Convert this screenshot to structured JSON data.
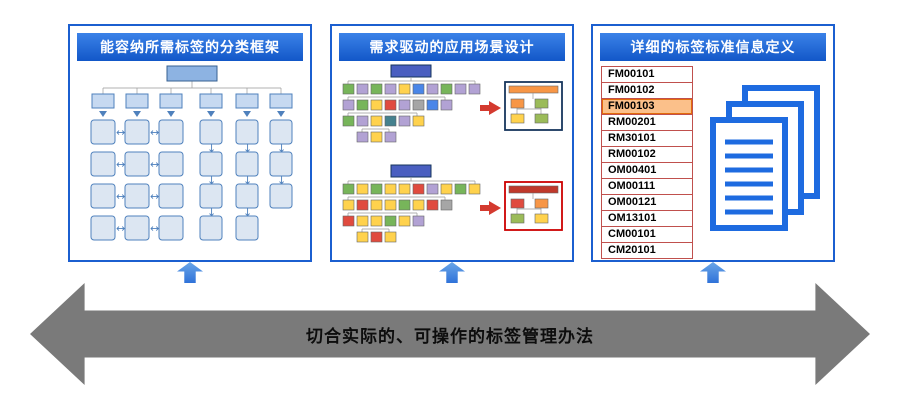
{
  "panels": [
    {
      "title": "能容纳所需标签的分类框架"
    },
    {
      "title": "需求驱动的应用场景设计"
    },
    {
      "title": "详细的标签标准信息定义",
      "codes": [
        "FM00101",
        "FM00102",
        "FM00103",
        "RM00201",
        "RM30101",
        "RM00102",
        "OM00401",
        "OM00111",
        "OM00121",
        "OM13101",
        "CM00101",
        "CM20101"
      ],
      "highlighted_code": "FM00103"
    }
  ],
  "bottom_arrow": {
    "label": "切合实际的、可操作的标签管理办法"
  },
  "colors": {
    "panel_border_blue": "#1b5fd0",
    "header_blue": "#1257c8",
    "up_arrow_blue": "#2f72d9",
    "big_arrow_gray": "#7a7a7a",
    "table_border_red": "#c0504d",
    "highlight_orange": "#fbc08a",
    "doc_icon_blue": "#1e6be0"
  }
}
